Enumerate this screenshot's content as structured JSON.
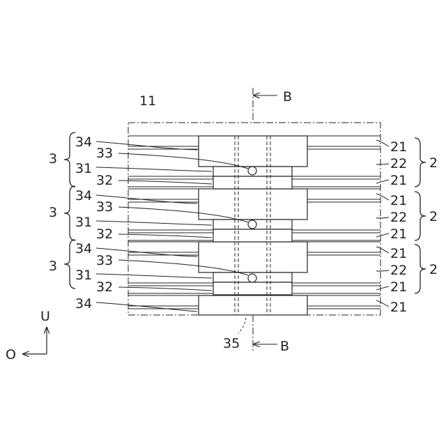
{
  "colors": {
    "ink": "#222222",
    "background": "#ffffff"
  },
  "labels": {
    "frame": "11",
    "section_mark": "B",
    "assembly": "3",
    "unit": "2",
    "block": "34",
    "ball": "33",
    "upper_pad": "31",
    "lower_pad": "32",
    "sheet": "21",
    "core": "22",
    "shaft": "35"
  },
  "axes": {
    "up": "U",
    "out": "O"
  }
}
